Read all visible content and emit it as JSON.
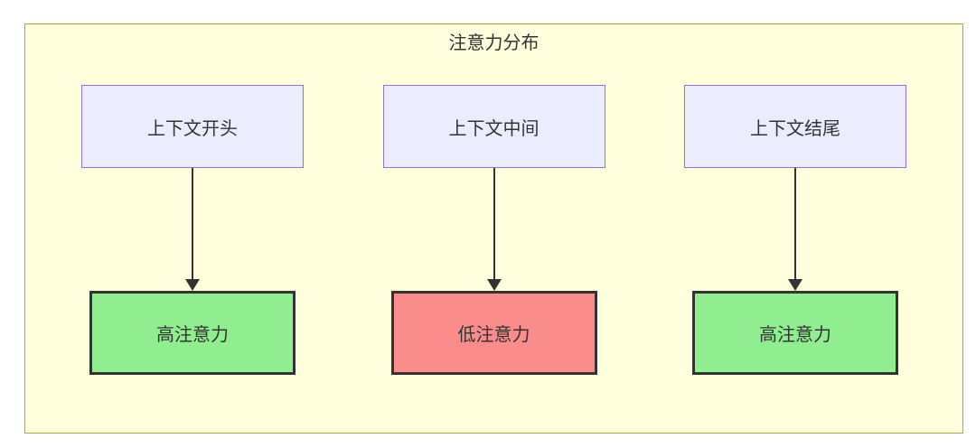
{
  "diagram": {
    "title": "注意力分布",
    "columns": [
      {
        "source": "上下文开头",
        "target": "高注意力",
        "level": "high"
      },
      {
        "source": "上下文中间",
        "target": "低注意力",
        "level": "low"
      },
      {
        "source": "上下文结尾",
        "target": "高注意力",
        "level": "high"
      }
    ],
    "colors": {
      "canvas_bg": "#FFFFDE",
      "canvas_border": "#AAAA33",
      "source_node_bg": "#ECECFF",
      "source_node_border": "#9370DB",
      "target_high_bg": "#90EE90",
      "target_low_bg": "#FA8C8C",
      "target_border": "#333333",
      "arrow": "#333333",
      "text": "#333333"
    }
  }
}
